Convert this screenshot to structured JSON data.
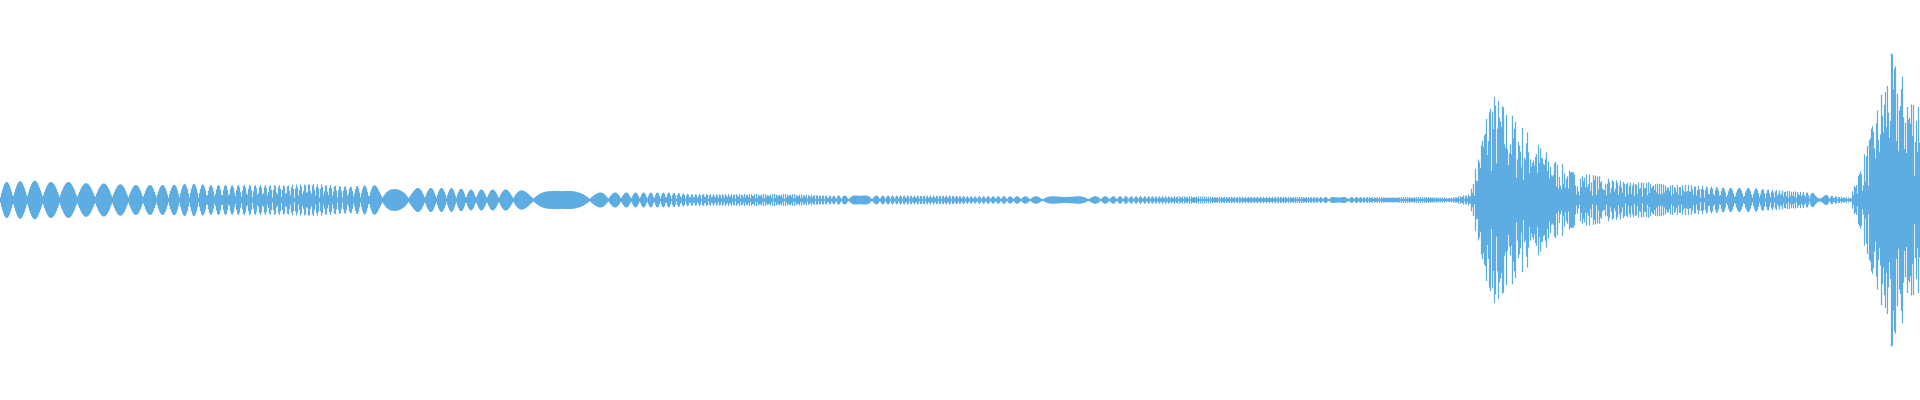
{
  "waveform": {
    "color": "#5DADE2",
    "background": "#FFFFFF",
    "envelope": [
      0.12,
      0.13,
      0.12,
      0.12,
      0.11,
      0.11,
      0.1,
      0.1,
      0.1,
      0.11,
      0.1,
      0.1,
      0.1,
      0.1,
      0.1,
      0.11,
      0.1,
      0.09,
      0.1,
      0.09,
      0.08,
      0.08,
      0.08,
      0.07,
      0.07,
      0.07,
      0.06,
      0.06,
      0.06,
      0.05,
      0.05,
      0.05,
      0.05,
      0.05,
      0.04,
      0.04,
      0.04,
      0.04,
      0.04,
      0.04,
      0.035,
      0.03,
      0.03,
      0.03,
      0.03,
      0.03,
      0.03,
      0.03,
      0.025,
      0.025,
      0.025,
      0.025,
      0.025,
      0.025,
      0.025,
      0.025,
      0.025,
      0.025,
      0.025,
      0.025,
      0.022,
      0.022,
      0.022,
      0.022,
      0.022,
      0.02,
      0.02,
      0.02,
      0.02,
      0.02,
      0.02,
      0.02,
      0.015,
      0.04,
      0.75,
      0.6,
      0.45,
      0.3,
      0.2,
      0.18,
      0.14,
      0.12,
      0.12,
      0.1,
      0.1,
      0.09,
      0.08,
      0.08,
      0.07,
      0.06,
      0.05,
      0.03,
      0.015,
      0.45,
      1.0,
      0.75
    ]
  }
}
